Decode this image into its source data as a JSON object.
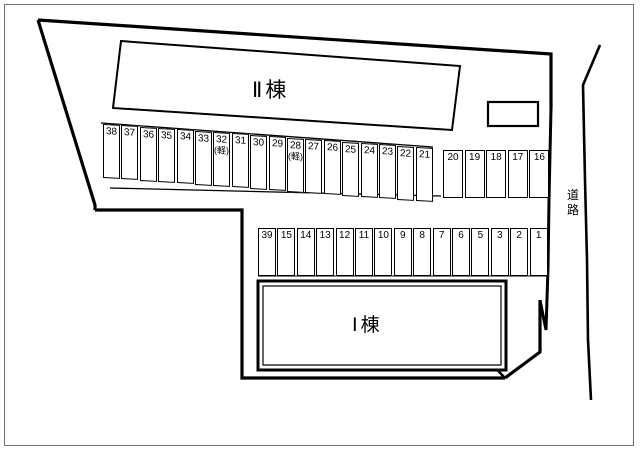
{
  "title_labels": {
    "building_2": "Ⅱ棟",
    "building_1": "Ⅰ棟",
    "road": "道路",
    "road_char_1": "道",
    "road_char_2": "路"
  },
  "kei_mark": "(軽)",
  "parking": {
    "upper_slanted_row": [
      {
        "num": "38",
        "kei": ""
      },
      {
        "num": "37",
        "kei": ""
      },
      {
        "num": "36",
        "kei": ""
      },
      {
        "num": "35",
        "kei": ""
      },
      {
        "num": "34",
        "kei": ""
      },
      {
        "num": "33",
        "kei": ""
      },
      {
        "num": "32",
        "kei": "(軽)"
      },
      {
        "num": "31",
        "kei": ""
      },
      {
        "num": "30",
        "kei": ""
      },
      {
        "num": "29",
        "kei": ""
      },
      {
        "num": "28",
        "kei": "(軽)"
      },
      {
        "num": "27",
        "kei": ""
      },
      {
        "num": "26",
        "kei": ""
      },
      {
        "num": "25",
        "kei": ""
      },
      {
        "num": "24",
        "kei": ""
      },
      {
        "num": "23",
        "kei": ""
      },
      {
        "num": "22",
        "kei": ""
      },
      {
        "num": "21",
        "kei": ""
      }
    ],
    "upper_straight_row": [
      {
        "num": "20",
        "kei": ""
      },
      {
        "num": "19",
        "kei": ""
      },
      {
        "num": "18",
        "kei": ""
      },
      {
        "num": "17",
        "kei": ""
      },
      {
        "num": "16",
        "kei": ""
      }
    ],
    "lower_row": [
      {
        "num": "39",
        "kei": ""
      },
      {
        "num": "15",
        "kei": ""
      },
      {
        "num": "14",
        "kei": ""
      },
      {
        "num": "13",
        "kei": ""
      },
      {
        "num": "12",
        "kei": ""
      },
      {
        "num": "11",
        "kei": ""
      },
      {
        "num": "10",
        "kei": ""
      },
      {
        "num": "9",
        "kei": ""
      },
      {
        "num": "8",
        "kei": ""
      },
      {
        "num": "7",
        "kei": ""
      },
      {
        "num": "6",
        "kei": ""
      },
      {
        "num": "5",
        "kei": ""
      },
      {
        "num": "3",
        "kei": ""
      },
      {
        "num": "2",
        "kei": ""
      },
      {
        "num": "1",
        "kei": ""
      }
    ]
  },
  "colors": {
    "line": "#000000",
    "frame": "#6f6f6f",
    "background": "#ffffff"
  }
}
